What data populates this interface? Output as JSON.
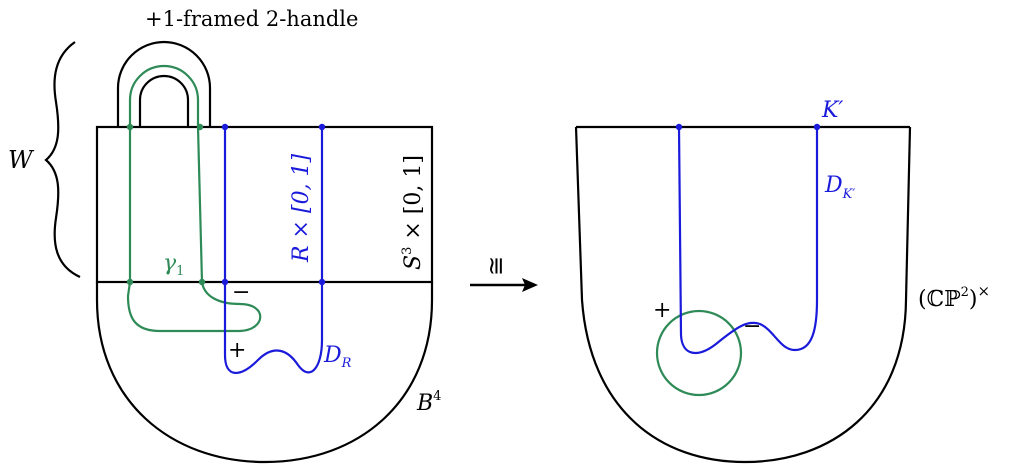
{
  "title": "+1-framed 2-handle",
  "left": {
    "W": "W",
    "gamma": "γ",
    "gamma_sub": "1",
    "R_label": "R × [0, 1]",
    "S_label": "S",
    "S_sup": "3",
    "S_rest": " × [0, 1]",
    "minus": "−",
    "plus": "+",
    "D": "D",
    "D_sub": "R",
    "B": "B",
    "B_sup": "4"
  },
  "arrow": {
    "symbol": "≅"
  },
  "right": {
    "K": "K′",
    "D": "D",
    "D_sub": "K′",
    "plus": "+",
    "minus": "−",
    "CP_open": "(ℂℙ",
    "CP_sup": "2",
    "CP_close": ")",
    "CP_times": "×"
  },
  "colors": {
    "green": "#2e8b57",
    "blue": "#1a1adb",
    "black": "#000000"
  }
}
